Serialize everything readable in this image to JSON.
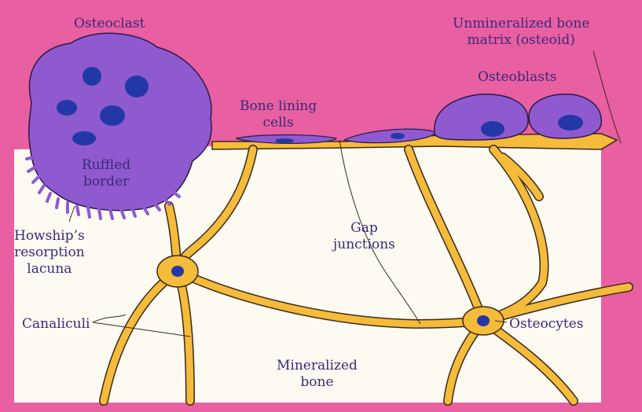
{
  "colors": {
    "background": "#e85fa2",
    "bone": "#fdfaf2",
    "osteoid": "#f5bb3a",
    "cell": "#8f5ad0",
    "nucleus": "#2338a6",
    "outline": "#3a2a1a",
    "text": "#3a2a78"
  },
  "labels": {
    "osteoclast": "Osteoclast",
    "unmineralized_line1": "Unmineralized bone",
    "unmineralized_line2": "matrix (osteoid)",
    "osteoblasts": "Osteoblasts",
    "bone_lining_line1": "Bone lining",
    "bone_lining_line2": "cells",
    "ruffled_line1": "Ruffled",
    "ruffled_line2": "border",
    "gap_line1": "Gap",
    "gap_line2": "junctions",
    "howship_line1": "Howship’s",
    "howship_line2": "resorption",
    "howship_line3": "lacuna",
    "canaliculi": "Canaliculi",
    "osteocytes": "Osteocytes",
    "mineralized_line1": "Mineralized",
    "mineralized_line2": "bone"
  }
}
